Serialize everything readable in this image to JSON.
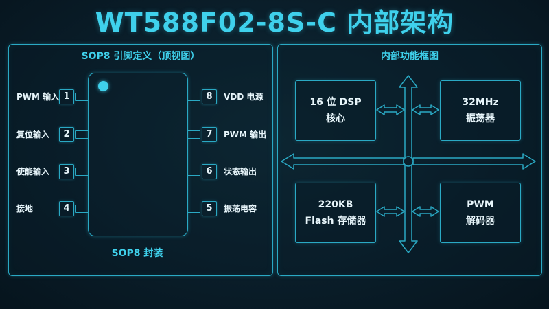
{
  "title": "WT588F02-8S-C 内部架构",
  "pinout": {
    "title": "SOP8 引脚定义（顶视图）",
    "package_label": "SOP8 封装",
    "left_pins": [
      {
        "num": "1",
        "label": "PWM 输入"
      },
      {
        "num": "2",
        "label": "复位输入"
      },
      {
        "num": "3",
        "label": "使能输入"
      },
      {
        "num": "4",
        "label": "接地"
      }
    ],
    "right_pins": [
      {
        "num": "8",
        "label": "VDD 电源"
      },
      {
        "num": "7",
        "label": "PWM 输出"
      },
      {
        "num": "6",
        "label": "状态输出"
      },
      {
        "num": "5",
        "label": "振荡电容"
      }
    ]
  },
  "block_diagram": {
    "title": "内部功能框图",
    "blocks": {
      "dsp": {
        "line1": "16 位 DSP",
        "line2": "核心"
      },
      "osc": {
        "line1": "32MHz",
        "line2": "振荡器"
      },
      "flash": {
        "line1": "220KB",
        "line2": "Flash 存储器"
      },
      "pwm": {
        "line1": "PWM",
        "line2": "解码器"
      }
    }
  },
  "colors": {
    "accent": "#3fd1ec",
    "line": "#2aa9c4",
    "background": "#0a1e2a",
    "text": "#e8f6fb"
  }
}
